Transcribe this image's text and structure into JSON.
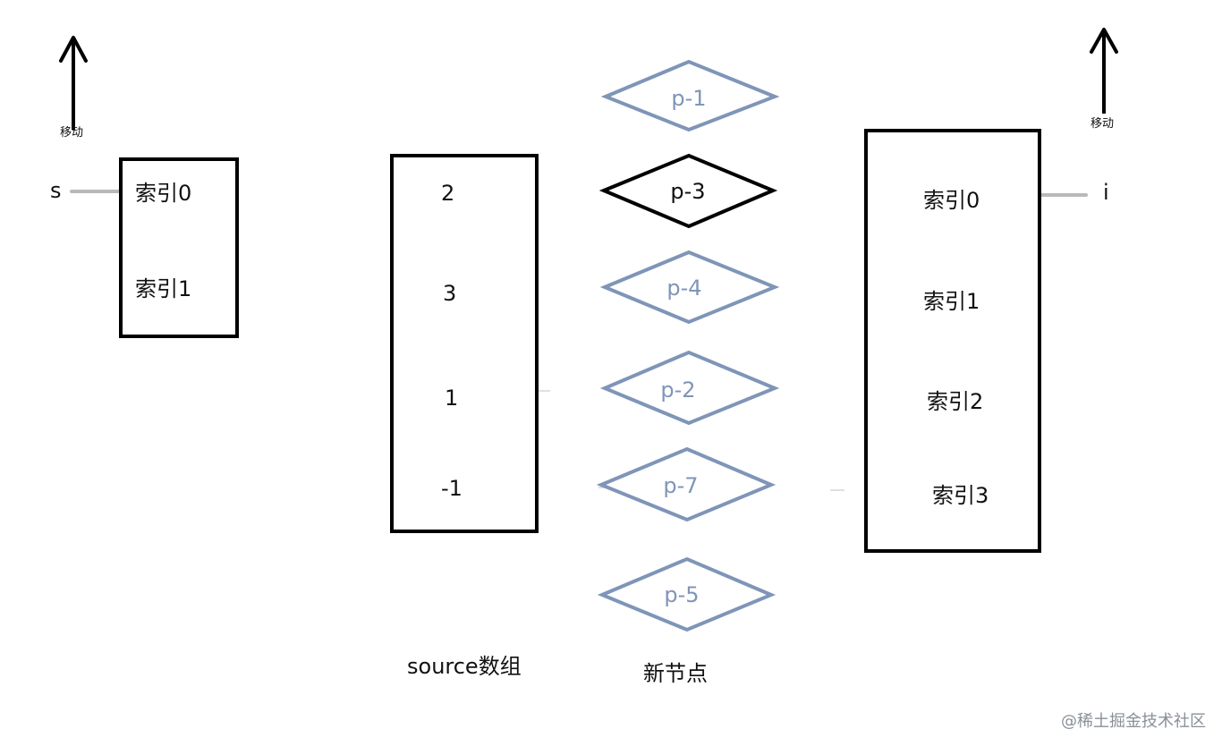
{
  "left_panel": {
    "move_label": "移动",
    "pointer_label": "s",
    "items": [
      "索引0",
      "索引1"
    ]
  },
  "source_panel": {
    "values": [
      "2",
      "3",
      "1",
      "-1"
    ],
    "caption": "source数组"
  },
  "nodes_panel": {
    "items": [
      {
        "label": "p-1",
        "state": "inactive"
      },
      {
        "label": "p-3",
        "state": "active"
      },
      {
        "label": "p-4",
        "state": "inactive"
      },
      {
        "label": "p-2",
        "state": "inactive"
      },
      {
        "label": "p-7",
        "state": "inactive"
      },
      {
        "label": "p-5",
        "state": "inactive"
      }
    ],
    "caption": "新节点"
  },
  "right_panel": {
    "move_label": "移动",
    "pointer_label": "i",
    "items": [
      "索引0",
      "索引1",
      "索引2",
      "索引3"
    ]
  },
  "footer": {
    "watermark": "@稀土掘金技术社区"
  },
  "colors": {
    "inactive_diamond": "#7f95b8",
    "active_diamond": "#000000",
    "pointer_line": "#b9b9b9"
  }
}
